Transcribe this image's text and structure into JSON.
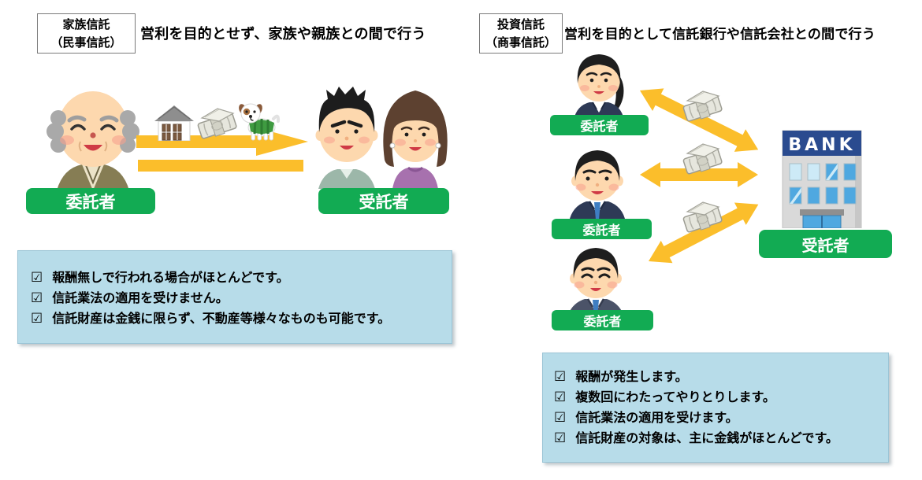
{
  "left_section": {
    "title_line1": "家族信託",
    "title_line2": "（民事信託）",
    "description": "営利を目的とせず、家族や親族との間で行う",
    "trustor_label": "委託者",
    "trustee_label": "受託者",
    "checkbox_glyph": "☑",
    "notes": [
      "報酬無しで行われる場合がほとんどです。",
      "信託業法の適用を受けません。",
      "信託財産は金銭に限らず、不動産等様々なものも可能です。"
    ]
  },
  "right_section": {
    "title_line1": "投資信託",
    "title_line2": "（商事信託）",
    "description": "営利を目的として信託銀行や信託会社との間で行う",
    "trustor_labels": [
      "委託者",
      "委託者",
      "委託者"
    ],
    "trustee_label": "受託者",
    "bank_sign": "BANK",
    "checkbox_glyph": "☑",
    "notes": [
      "報酬が発生します。",
      "複数回にわたってやりとりします。",
      "信託業法の適用を受けます。",
      "信託財産の対象は、主に金銭がほとんどです。"
    ]
  },
  "colors": {
    "label_green": "#12AB53",
    "arrow_yellow": "#FBBE2B",
    "note_box_blue": "#B7DCE9",
    "bank_sign_navy": "#2A4B8F",
    "window_blue": "#4FA8E0"
  }
}
